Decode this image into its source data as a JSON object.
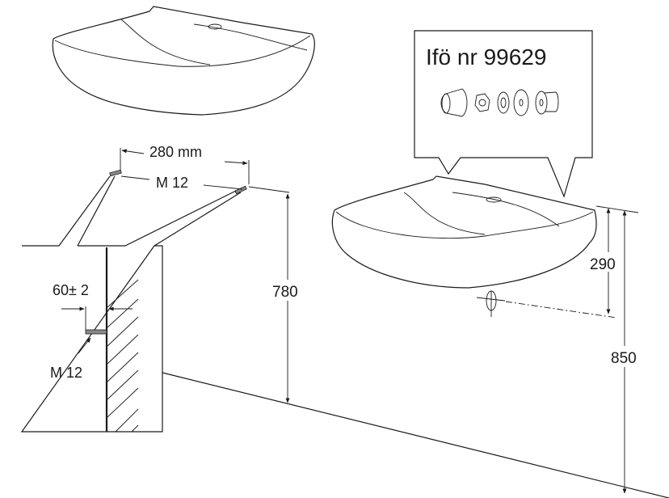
{
  "diagram": {
    "type": "installation-drawing",
    "subject": "wall-mounted washbasin",
    "callout": {
      "title": "Ifö nr 99629",
      "parts": [
        "cone-washer",
        "hex-nut",
        "washer",
        "flat-washer",
        "sleeve-nut"
      ]
    },
    "dimensions": {
      "bolt_spacing": "280 mm",
      "bolt_size_top": "M 12",
      "bolt_height": "780",
      "bolt_protrusion": "60± 2",
      "bolt_size_detail": "M 12",
      "drain_offset": "290",
      "rim_height": "850"
    },
    "colors": {
      "line": "#1a1a1a",
      "background": "#ffffff"
    }
  }
}
